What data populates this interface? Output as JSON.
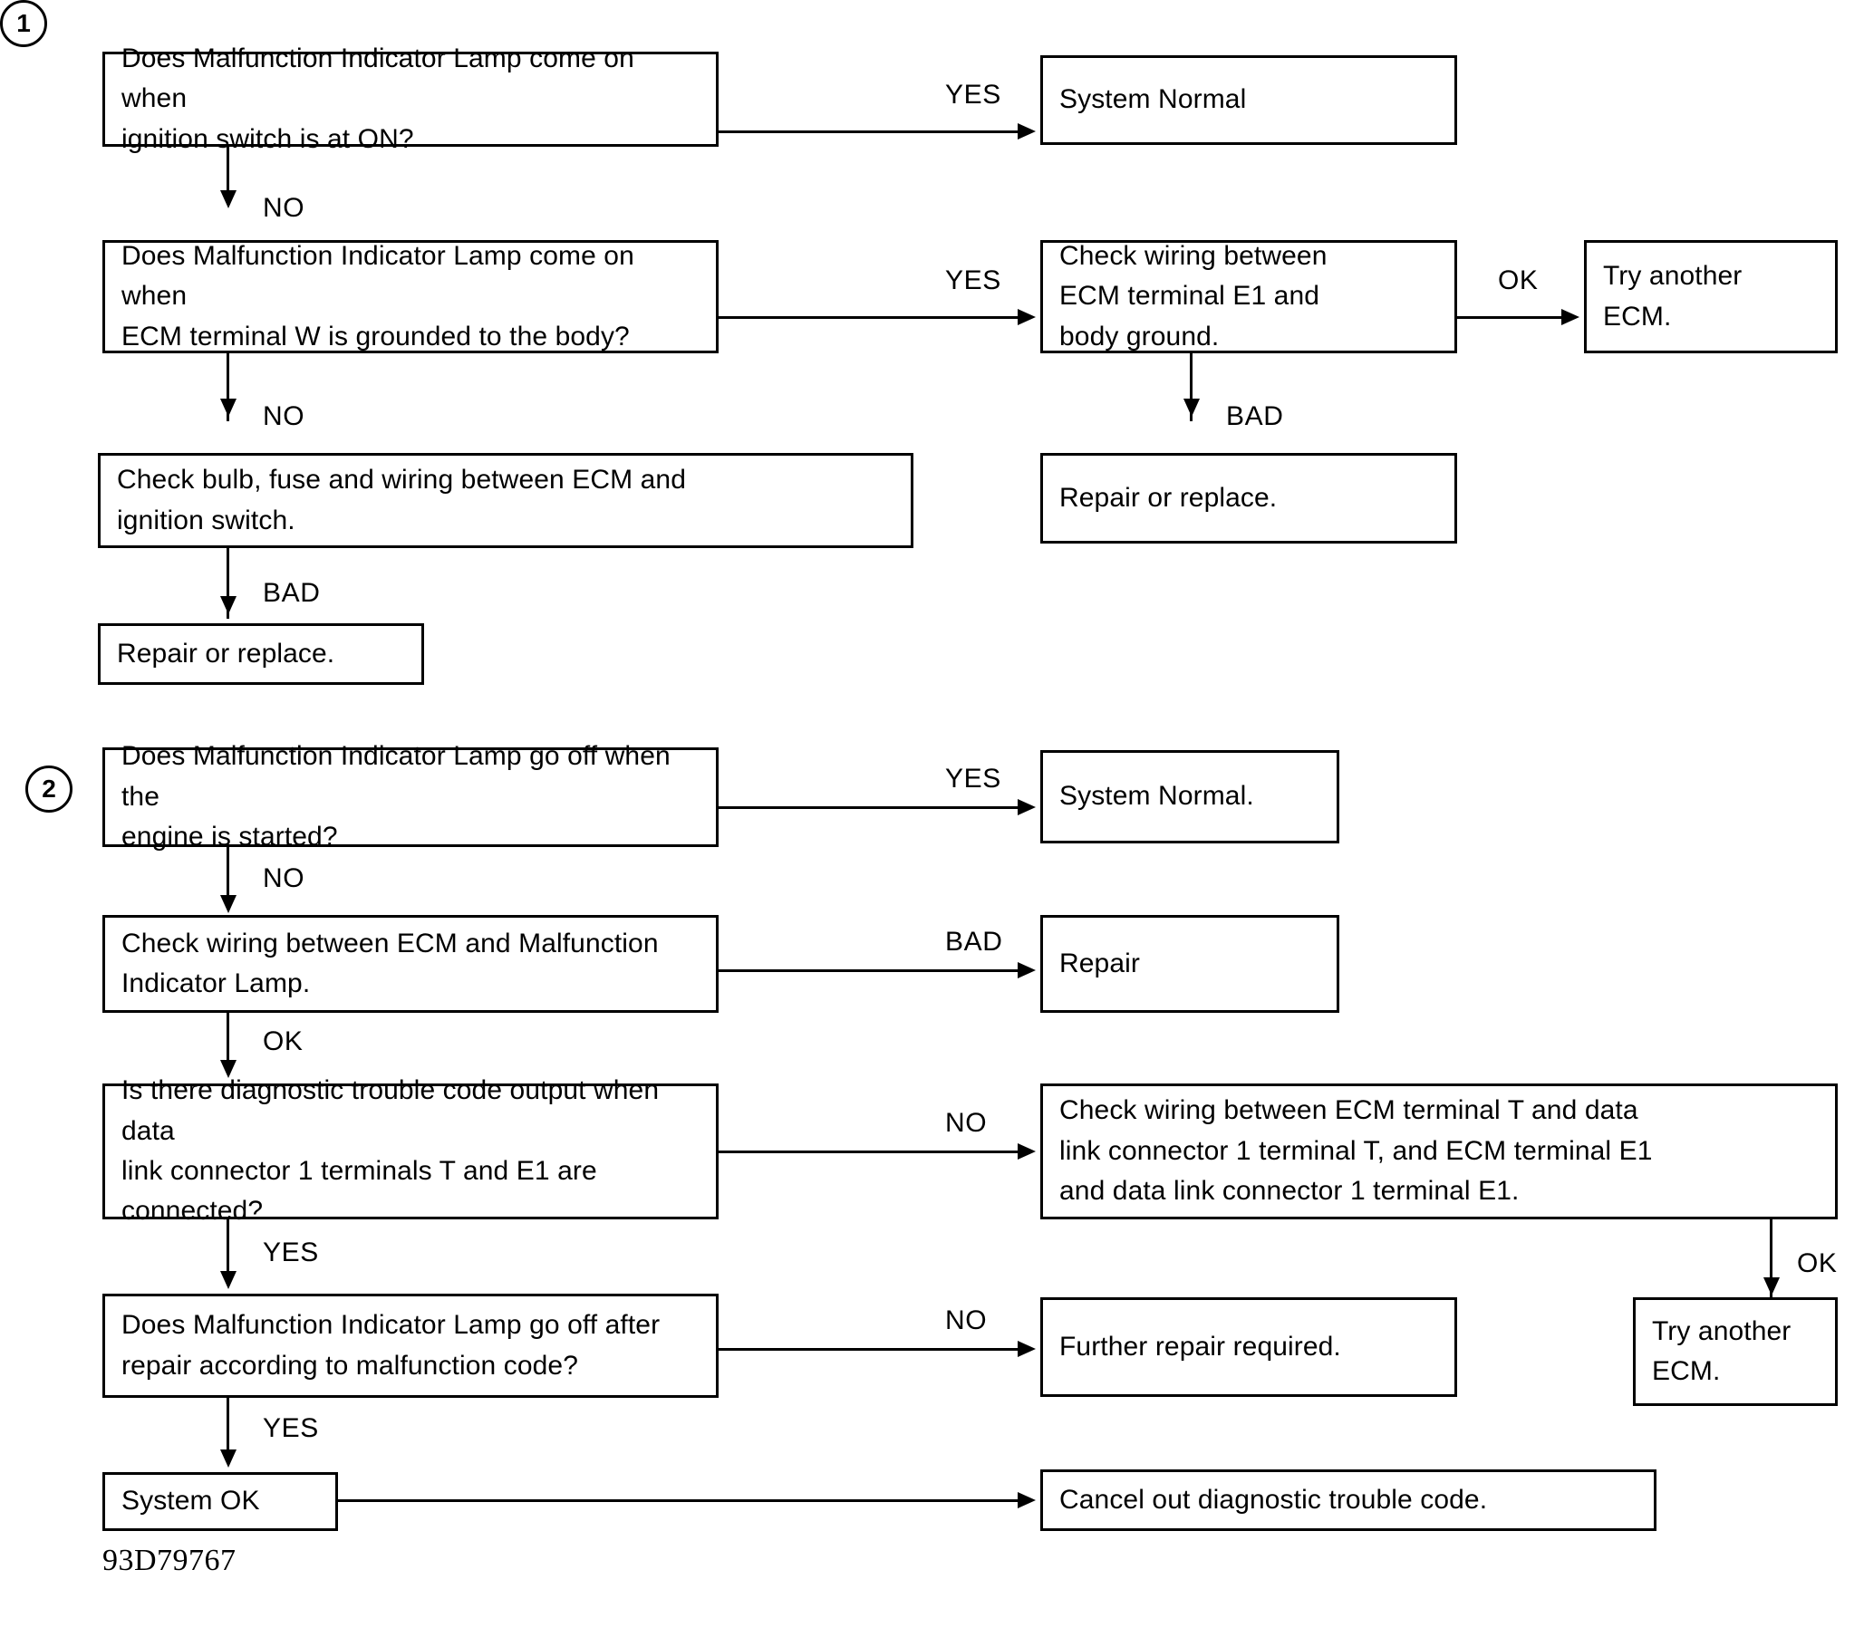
{
  "figure": {
    "code": "93D79767",
    "sections": [
      {
        "number": "1",
        "nodes": {
          "q1": "Does Malfunction Indicator Lamp come on when\nignition switch is at ON?",
          "r1": "System Normal",
          "q2": "Does Malfunction Indicator Lamp come on when\nECM terminal W is grounded to the body?",
          "r2": "Check wiring between\nECM terminal E1 and\nbody ground.",
          "r3": "Try another\nECM.",
          "r4": "Repair or replace.",
          "q3": "Check bulb, fuse and wiring between ECM and\nignition switch.",
          "r5": "Repair or replace."
        },
        "edges": {
          "e1": "YES",
          "e2": "NO",
          "e3": "YES",
          "e4": "OK",
          "e5": "BAD",
          "e6": "NO",
          "e7": "BAD"
        }
      },
      {
        "number": "2",
        "nodes": {
          "q1": "Does Malfunction Indicator Lamp go off when the\nengine is started?",
          "r1": "System Normal.",
          "q2": "Check  wiring  between  ECM  and  Malfunction\nIndicator Lamp.",
          "r2": "Repair",
          "q3": "Is there diagnostic trouble code output when data\nlink connector 1 terminals T and E1 are connected?",
          "r3": "Check wiring between ECM terminal T and data\nlink connector 1 terminal T, and ECM terminal E1\nand data link connector 1 terminal E1.",
          "r4": "Try another\nECM.",
          "q4": "Does  Malfunction  Indicator  Lamp  go  off  after\nrepair according to malfunction code?",
          "r5": "Further repair required.",
          "r6": "System OK",
          "r7": "Cancel out diagnostic trouble code."
        },
        "edges": {
          "e1": "YES",
          "e2": "NO",
          "e3": "BAD",
          "e4": "OK",
          "e5": "NO",
          "e6": "OK",
          "e7": "YES",
          "e8": "NO",
          "e9": "YES"
        }
      }
    ]
  }
}
